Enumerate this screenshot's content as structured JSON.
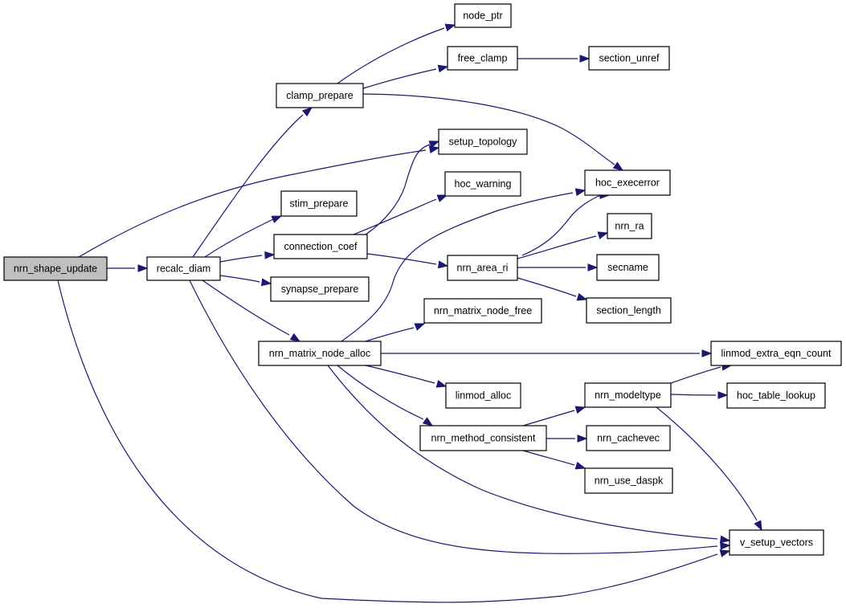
{
  "diagram": {
    "type": "call-graph",
    "colors": {
      "edge": "#191970",
      "root_fill": "#bfbfbf",
      "node_fill": "#ffffff"
    },
    "nodes": [
      {
        "id": "nrn_shape_update",
        "label": "nrn_shape_update",
        "root": true
      },
      {
        "id": "recalc_diam",
        "label": "recalc_diam"
      },
      {
        "id": "setup_topology",
        "label": "setup_topology"
      },
      {
        "id": "v_setup_vectors",
        "label": "v_setup_vectors"
      },
      {
        "id": "clamp_prepare",
        "label": "clamp_prepare"
      },
      {
        "id": "stim_prepare",
        "label": "stim_prepare"
      },
      {
        "id": "connection_coef",
        "label": "connection_coef"
      },
      {
        "id": "synapse_prepare",
        "label": "synapse_prepare"
      },
      {
        "id": "nrn_matrix_node_alloc",
        "label": "nrn_matrix_node_alloc"
      },
      {
        "id": "node_ptr",
        "label": "node_ptr"
      },
      {
        "id": "free_clamp",
        "label": "free_clamp"
      },
      {
        "id": "section_unref",
        "label": "section_unref"
      },
      {
        "id": "hoc_execerror",
        "label": "hoc_execerror"
      },
      {
        "id": "hoc_warning",
        "label": "hoc_warning"
      },
      {
        "id": "nrn_area_ri",
        "label": "nrn_area_ri"
      },
      {
        "id": "nrn_ra",
        "label": "nrn_ra"
      },
      {
        "id": "secname",
        "label": "secname"
      },
      {
        "id": "section_length",
        "label": "section_length"
      },
      {
        "id": "nrn_matrix_node_free",
        "label": "nrn_matrix_node_free"
      },
      {
        "id": "linmod_extra_eqn_count",
        "label": "linmod_extra_eqn_count"
      },
      {
        "id": "linmod_alloc",
        "label": "linmod_alloc"
      },
      {
        "id": "nrn_method_consistent",
        "label": "nrn_method_consistent"
      },
      {
        "id": "nrn_modeltype",
        "label": "nrn_modeltype"
      },
      {
        "id": "hoc_table_lookup",
        "label": "hoc_table_lookup"
      },
      {
        "id": "nrn_cachevec",
        "label": "nrn_cachevec"
      },
      {
        "id": "nrn_use_daspk",
        "label": "nrn_use_daspk"
      }
    ],
    "edges": [
      {
        "from": "nrn_shape_update",
        "to": "recalc_diam"
      },
      {
        "from": "nrn_shape_update",
        "to": "setup_topology"
      },
      {
        "from": "nrn_shape_update",
        "to": "v_setup_vectors"
      },
      {
        "from": "recalc_diam",
        "to": "clamp_prepare"
      },
      {
        "from": "recalc_diam",
        "to": "stim_prepare"
      },
      {
        "from": "recalc_diam",
        "to": "connection_coef"
      },
      {
        "from": "recalc_diam",
        "to": "synapse_prepare"
      },
      {
        "from": "recalc_diam",
        "to": "nrn_matrix_node_alloc"
      },
      {
        "from": "recalc_diam",
        "to": "v_setup_vectors"
      },
      {
        "from": "clamp_prepare",
        "to": "node_ptr"
      },
      {
        "from": "clamp_prepare",
        "to": "free_clamp"
      },
      {
        "from": "clamp_prepare",
        "to": "hoc_execerror"
      },
      {
        "from": "free_clamp",
        "to": "section_unref"
      },
      {
        "from": "connection_coef",
        "to": "setup_topology"
      },
      {
        "from": "connection_coef",
        "to": "hoc_warning"
      },
      {
        "from": "connection_coef",
        "to": "nrn_area_ri"
      },
      {
        "from": "nrn_area_ri",
        "to": "hoc_execerror"
      },
      {
        "from": "nrn_area_ri",
        "to": "nrn_ra"
      },
      {
        "from": "nrn_area_ri",
        "to": "secname"
      },
      {
        "from": "nrn_area_ri",
        "to": "section_length"
      },
      {
        "from": "nrn_matrix_node_alloc",
        "to": "hoc_execerror"
      },
      {
        "from": "nrn_matrix_node_alloc",
        "to": "nrn_matrix_node_free"
      },
      {
        "from": "nrn_matrix_node_alloc",
        "to": "linmod_extra_eqn_count"
      },
      {
        "from": "nrn_matrix_node_alloc",
        "to": "linmod_alloc"
      },
      {
        "from": "nrn_matrix_node_alloc",
        "to": "nrn_method_consistent"
      },
      {
        "from": "nrn_matrix_node_alloc",
        "to": "v_setup_vectors"
      },
      {
        "from": "nrn_method_consistent",
        "to": "nrn_modeltype"
      },
      {
        "from": "nrn_method_consistent",
        "to": "nrn_cachevec"
      },
      {
        "from": "nrn_method_consistent",
        "to": "nrn_use_daspk"
      },
      {
        "from": "nrn_modeltype",
        "to": "linmod_extra_eqn_count"
      },
      {
        "from": "nrn_modeltype",
        "to": "hoc_table_lookup"
      },
      {
        "from": "nrn_modeltype",
        "to": "v_setup_vectors"
      }
    ]
  }
}
